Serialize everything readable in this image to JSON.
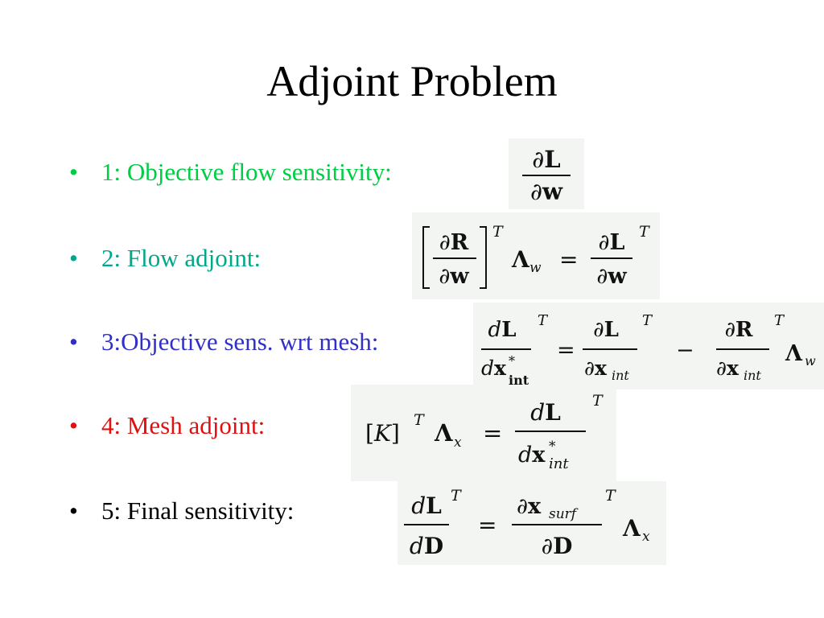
{
  "title": "Adjoint Problem",
  "colors": {
    "bullet1": "#00cc44",
    "bullet2": "#00a88a",
    "bullet3": "#3030c8",
    "bullet4": "#e01010",
    "bullet5": "#000000",
    "formula_bg": "#f3f5f2"
  },
  "bullets": [
    {
      "marker": "•",
      "text": "1: Objective flow sensitivity:"
    },
    {
      "marker": "•",
      "text": "2: Flow adjoint:"
    },
    {
      "marker": "•",
      "text": "3:Objective sens. wrt mesh:"
    },
    {
      "marker": "•",
      "text": "4: Mesh adjoint:"
    },
    {
      "marker": "•",
      "text": "5: Final sensitivity:"
    }
  ],
  "formulas": [
    "∂L/∂w",
    "[∂R/∂w]^T Λ_w = ∂L/∂w^T",
    "dL/dx*_int^T = ∂L/∂x_int^T − ∂R/∂x_int^T Λ_w",
    "[K]^T Λ_x = dL/dx*_int^T",
    "dL/dD^T = ∂x_surf/∂D^T Λ_x"
  ]
}
